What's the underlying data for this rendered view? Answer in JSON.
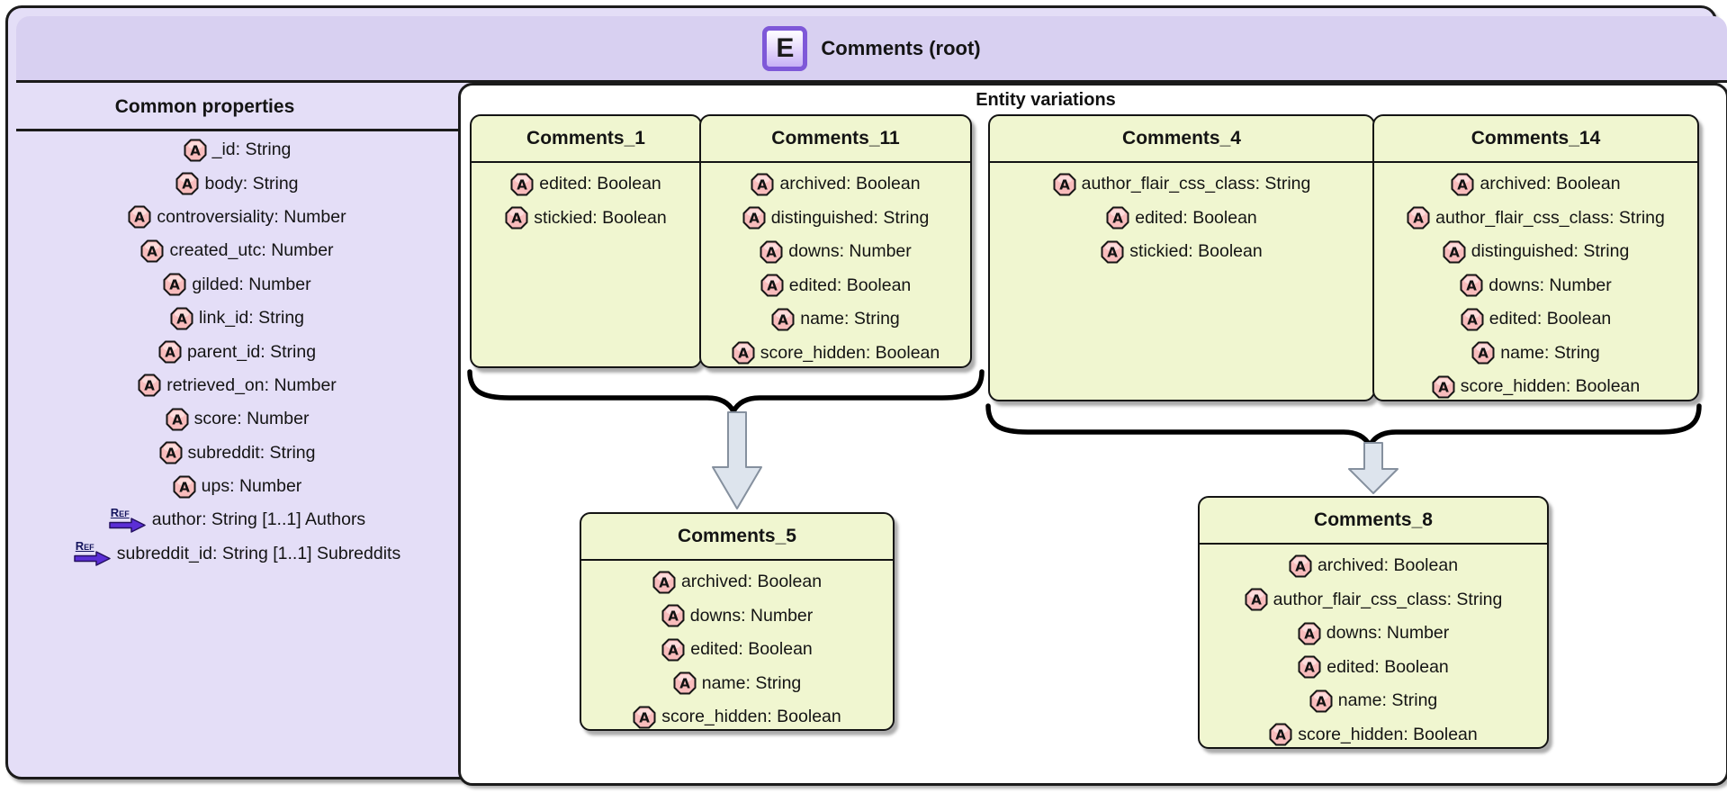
{
  "header": {
    "entity_icon_letter": "E",
    "title": "Comments (root)"
  },
  "icons": {
    "attribute_letter": "A",
    "ref_label": "Ref"
  },
  "colors": {
    "header_bg": "#d8d0f1",
    "panel_bg": "#e4def7",
    "variation_box_bg": "#f0f6d0",
    "attribute_icon_pink": "#f8bcbc",
    "ref_arrow_purple": "#5b2ed6",
    "merge_arrow_fill": "#dde4ed",
    "entity_icon_purple": "#7e58d8"
  },
  "common_properties": {
    "title": "Common properties",
    "fields": [
      {
        "icon": "attribute",
        "text": "_id: String"
      },
      {
        "icon": "attribute",
        "text": "body: String"
      },
      {
        "icon": "attribute",
        "text": "controversiality: Number"
      },
      {
        "icon": "attribute",
        "text": "created_utc: Number"
      },
      {
        "icon": "attribute",
        "text": "gilded: Number"
      },
      {
        "icon": "attribute",
        "text": "link_id: String"
      },
      {
        "icon": "attribute",
        "text": "parent_id: String"
      },
      {
        "icon": "attribute",
        "text": "retrieved_on: Number"
      },
      {
        "icon": "attribute",
        "text": "score: Number"
      },
      {
        "icon": "attribute",
        "text": "subreddit: String"
      },
      {
        "icon": "attribute",
        "text": "ups: Number"
      },
      {
        "icon": "ref",
        "text": "author: String [1..1] Authors"
      },
      {
        "icon": "ref",
        "text": "subreddit_id: String [1..1] Subreddits"
      }
    ]
  },
  "entity_variations": {
    "title": "Entity variations",
    "groups": [
      {
        "variants": [
          {
            "title": "Comments_1",
            "fields": [
              {
                "icon": "attribute",
                "text": "edited: Boolean"
              },
              {
                "icon": "attribute",
                "text": "stickied: Boolean"
              }
            ]
          },
          {
            "title": "Comments_11",
            "fields": [
              {
                "icon": "attribute",
                "text": "archived: Boolean"
              },
              {
                "icon": "attribute",
                "text": "distinguished: String"
              },
              {
                "icon": "attribute",
                "text": "downs: Number"
              },
              {
                "icon": "attribute",
                "text": "edited: Boolean"
              },
              {
                "icon": "attribute",
                "text": "name: String"
              },
              {
                "icon": "attribute",
                "text": "score_hidden: Boolean"
              }
            ]
          }
        ],
        "merged": {
          "title": "Comments_5",
          "fields": [
            {
              "icon": "attribute",
              "text": "archived: Boolean"
            },
            {
              "icon": "attribute",
              "text": "downs: Number"
            },
            {
              "icon": "attribute",
              "text": "edited: Boolean"
            },
            {
              "icon": "attribute",
              "text": "name: String"
            },
            {
              "icon": "attribute",
              "text": "score_hidden: Boolean"
            }
          ]
        }
      },
      {
        "variants": [
          {
            "title": "Comments_4",
            "fields": [
              {
                "icon": "attribute",
                "text": "author_flair_css_class: String"
              },
              {
                "icon": "attribute",
                "text": "edited: Boolean"
              },
              {
                "icon": "attribute",
                "text": "stickied: Boolean"
              }
            ]
          },
          {
            "title": "Comments_14",
            "fields": [
              {
                "icon": "attribute",
                "text": "archived: Boolean"
              },
              {
                "icon": "attribute",
                "text": "author_flair_css_class: String"
              },
              {
                "icon": "attribute",
                "text": "distinguished: String"
              },
              {
                "icon": "attribute",
                "text": "downs: Number"
              },
              {
                "icon": "attribute",
                "text": "edited: Boolean"
              },
              {
                "icon": "attribute",
                "text": "name: String"
              },
              {
                "icon": "attribute",
                "text": "score_hidden: Boolean"
              }
            ]
          }
        ],
        "merged": {
          "title": "Comments_8",
          "fields": [
            {
              "icon": "attribute",
              "text": "archived: Boolean"
            },
            {
              "icon": "attribute",
              "text": "author_flair_css_class: String"
            },
            {
              "icon": "attribute",
              "text": "downs: Number"
            },
            {
              "icon": "attribute",
              "text": "edited: Boolean"
            },
            {
              "icon": "attribute",
              "text": "name: String"
            },
            {
              "icon": "attribute",
              "text": "score_hidden: Boolean"
            }
          ]
        }
      }
    ]
  }
}
